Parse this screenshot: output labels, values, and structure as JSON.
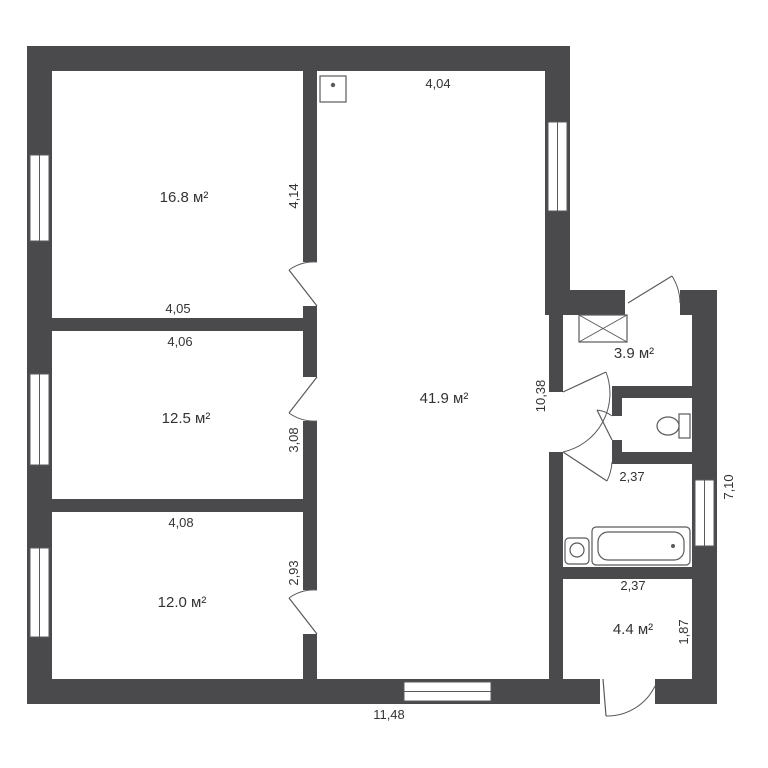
{
  "rooms": {
    "bedroom_top": "16.8 м²",
    "bedroom_mid": "12.5 м²",
    "bedroom_bottom": "12.0 м²",
    "living": "41.9 м²",
    "utility": "3.9 м²",
    "hall": "4.4 м²"
  },
  "dims": {
    "top_room_width": "4,04",
    "room1_height": "4,14",
    "room1_width_bottom": "4,05",
    "room2_width_top": "4,06",
    "room2_height": "3,08",
    "room3_width": "4,08",
    "room3_height": "2,93",
    "living_height": "10,38",
    "bath_width_top": "2,37",
    "bath_width_bottom": "2,37",
    "right_height": "7,10",
    "hall_height": "1,87",
    "total_width": "11,48"
  },
  "colors": {
    "wall": "#4a4a4d",
    "background": "#ffffff"
  }
}
